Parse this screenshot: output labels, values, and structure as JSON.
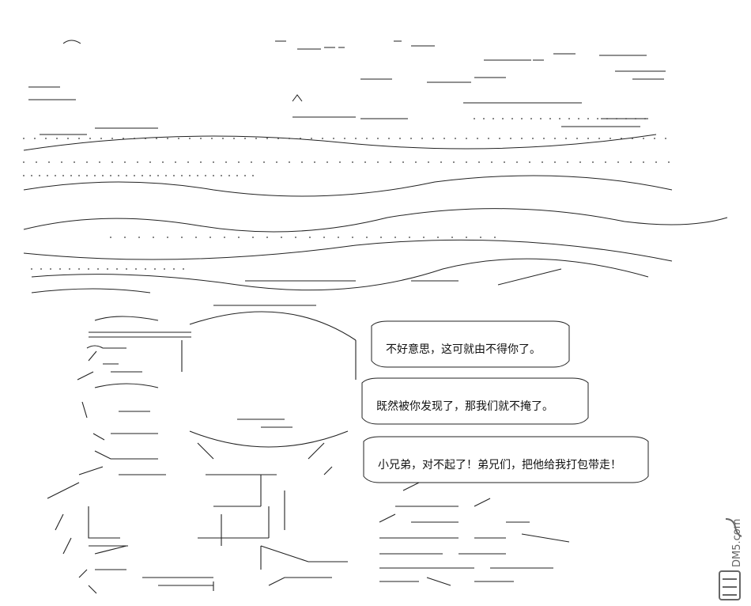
{
  "dialogue": {
    "line_1": "不好意思，这可就由不得你了。",
    "line_2": "既然被你发现了，那我们就不掩了。",
    "line_3": "小兄弟，对不起了！弟兄们，把他给我打包带走！"
  },
  "watermark": {
    "text": "DM5.com"
  },
  "colors": {
    "ink": "#111111",
    "paper": "#ffffff",
    "light_ink": "#555555"
  }
}
